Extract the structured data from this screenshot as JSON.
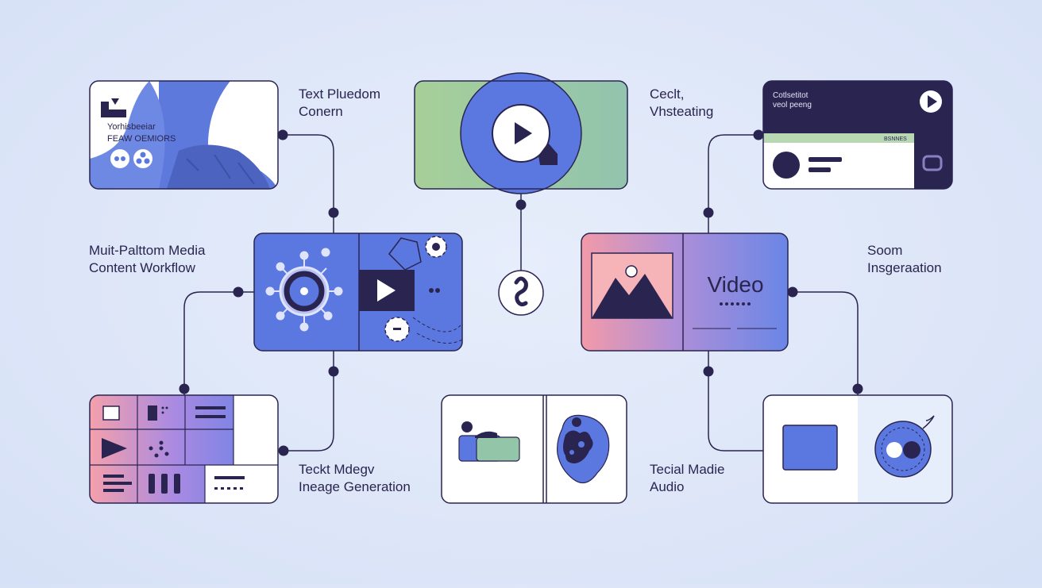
{
  "labels": {
    "top_left": "Text Pluedom\nConern",
    "top_center": "Ceclt,\nVhsteating",
    "mid_left": "Muit-Palttom Media\nContent Workflow",
    "mid_right": "Soom\nInsgeraation",
    "bottom_left": "Teckt Mdegv\nIneage Generation",
    "bottom_right": "Tecial Madie\nAudio"
  },
  "cards": {
    "top_left_text_line1": "Yorhisbeeiar",
    "top_left_text_line2": "FEAW OEMIORS",
    "top_right_title_line1": "Cotlsetitot",
    "top_right_title_line2": "veol peeng",
    "top_right_tag": "BSNNES",
    "mid_right_word": "Video"
  },
  "colors": {
    "ink": "#2a2450",
    "blue": "#5b78e0",
    "green": "#93c6a8",
    "pink": "#f29aa6",
    "purple": "#a68be0",
    "bg": "#dde6f8"
  }
}
